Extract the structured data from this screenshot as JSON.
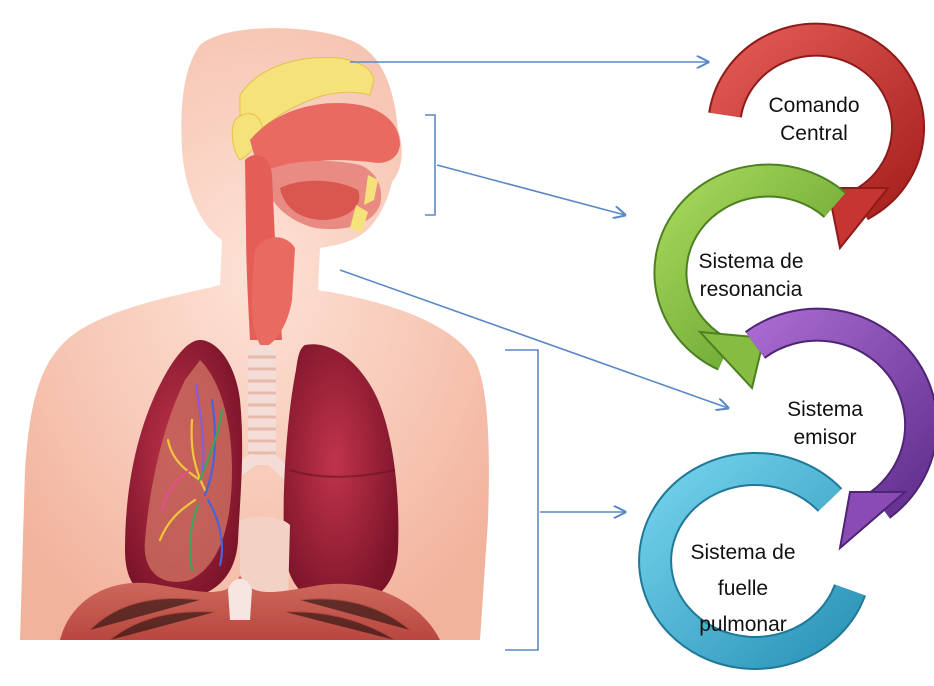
{
  "diagram": {
    "cycle_steps": [
      {
        "line1": "Comando",
        "line2": "Central",
        "color": "#c73533"
      },
      {
        "line1": "Sistema de",
        "line2": "resonancia",
        "color": "#85bd41"
      },
      {
        "line1": "Sistema",
        "line2": "emisor",
        "color": "#8a4bb5"
      },
      {
        "line1": "Sistema de",
        "line2": "fuelle",
        "line3": "pulmonar",
        "color": "#43b6d6"
      }
    ],
    "connector_color": "#5b88c6",
    "illustration": "human respiratory system anatomy (nasal cavity, larynx, trachea, lungs, diaphragm)"
  }
}
